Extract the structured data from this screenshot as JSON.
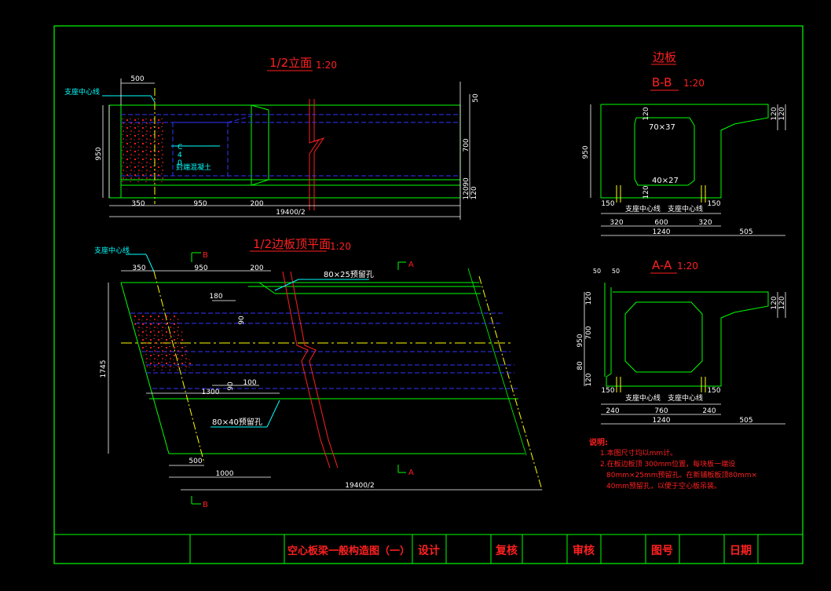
{
  "colors": {
    "background": "#000000",
    "frame": "#00ff00",
    "outline": "#00ff00",
    "dimension": "#ffffff",
    "hidden": "#3333ff",
    "leader": "#00ffff",
    "title": "#ff0000",
    "centerline": "#ffff00",
    "concrete": "#ff2020"
  },
  "views": {
    "elevation": {
      "title": "1/2立面",
      "scale": "1:20"
    },
    "plan": {
      "title": "1/2边板顶平面",
      "scale": "1:20"
    },
    "edge_board": {
      "title": "边板"
    },
    "section_bb": {
      "title": "B-B",
      "scale": "1:20"
    },
    "section_aa": {
      "title": "A-A",
      "scale": "1:20"
    }
  },
  "labels": {
    "support_center_1": "支座中心线",
    "support_center_2": "支座中心线",
    "c4": "C",
    "c4b": "4",
    "c4c": "0",
    "concrete_seal": "封端混凝土",
    "hole_top": "80×25预留孔",
    "hole_bottom": "80×40预留孔",
    "sec_b": "B",
    "sec_b2": "B",
    "sec_a": "A",
    "sec_a2": "A",
    "bb_hole1": "70×37",
    "bb_hole2": "40×27",
    "bb_center1": "支座中心线",
    "bb_center2": "支座中心线",
    "aa_center1": "支座中心线",
    "aa_center2": "支座中心线"
  },
  "dims": {
    "e500": "500",
    "e50": "50",
    "e950": "950",
    "e700": "700",
    "e350": "350",
    "e950b": "950",
    "e200": "200",
    "e19400": "19400/2",
    "e120a": "120",
    "e90": "90",
    "e120b": "120",
    "p350": "350",
    "p950": "950",
    "p200": "200",
    "p180": "180",
    "p90a": "90",
    "p1745": "1745",
    "p1300": "1300",
    "p90b": "90",
    "p100": "100",
    "p500": "500",
    "p1000": "1000",
    "p19400": "19400/2",
    "b120a": "120",
    "b120b": "120",
    "b950": "950",
    "b120c": "120",
    "b120d": "120",
    "b150a": "150",
    "b150b": "150",
    "b320a": "320",
    "b600": "600",
    "b320b": "320",
    "b1240": "1240",
    "b505": "505",
    "a50a": "50",
    "a50b": "50",
    "a120a": "120",
    "a950": "950",
    "a700": "700",
    "a80": "80",
    "a120b": "120",
    "a120c": "120",
    "a120d": "120",
    "a150a": "150",
    "a150b": "150",
    "a240a": "240",
    "a760": "760",
    "a240b": "240",
    "a1240": "1240",
    "a505": "505"
  },
  "notes": {
    "heading": "说明:",
    "line1": "1.本图尺寸均以mm计。",
    "line2": "2.在板边板顶 300mm位置，每块板一端设",
    "line3": "80mm×25mm预留孔。在新铺板板顶80mm×",
    "line4": "40mm预留孔，以便于空心板吊装。"
  },
  "title_block": {
    "drawing_name": "空心板梁一般构造图（一）",
    "design": "设计",
    "check": "复核",
    "review": "审核",
    "drawing_no": "图号",
    "date": "日期"
  }
}
